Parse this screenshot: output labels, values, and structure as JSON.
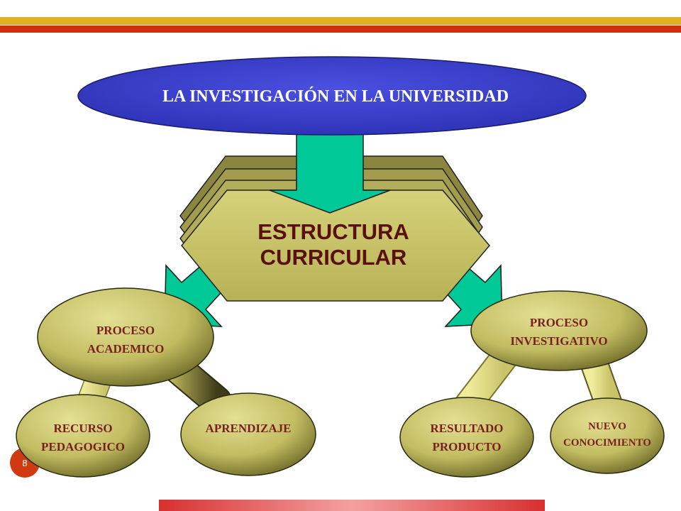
{
  "title": "LA INVESTIGACIÓN EN LA UNIVERSIDAD",
  "center": {
    "line1": "ESTRUCTURA",
    "line2": "CURRICULAR"
  },
  "nodes": {
    "academico": {
      "line1": "PROCESO",
      "line2": "ACADEMICO"
    },
    "investigativo": {
      "line1": "PROCESO",
      "line2": "INVESTIGATIVO"
    },
    "recurso": {
      "line1": "RECURSO",
      "line2": "PEDAGOGICO"
    },
    "aprendizaje": {
      "line1": "APRENDIZAJE"
    },
    "resultado": {
      "line1": "RESULTADO",
      "line2": "PRODUCTO"
    },
    "nuevo": {
      "line1": "NUEVO",
      "line2": "CONOCIMIENTO"
    }
  },
  "page_number": "8",
  "colors": {
    "title_oval": "#3a3fc8",
    "olive": "#c8c46a",
    "arrow": "#00c896",
    "top_bar_gold": "#e0b020",
    "top_bar_red": "#d03010",
    "bottom_bar": "#d43030"
  }
}
